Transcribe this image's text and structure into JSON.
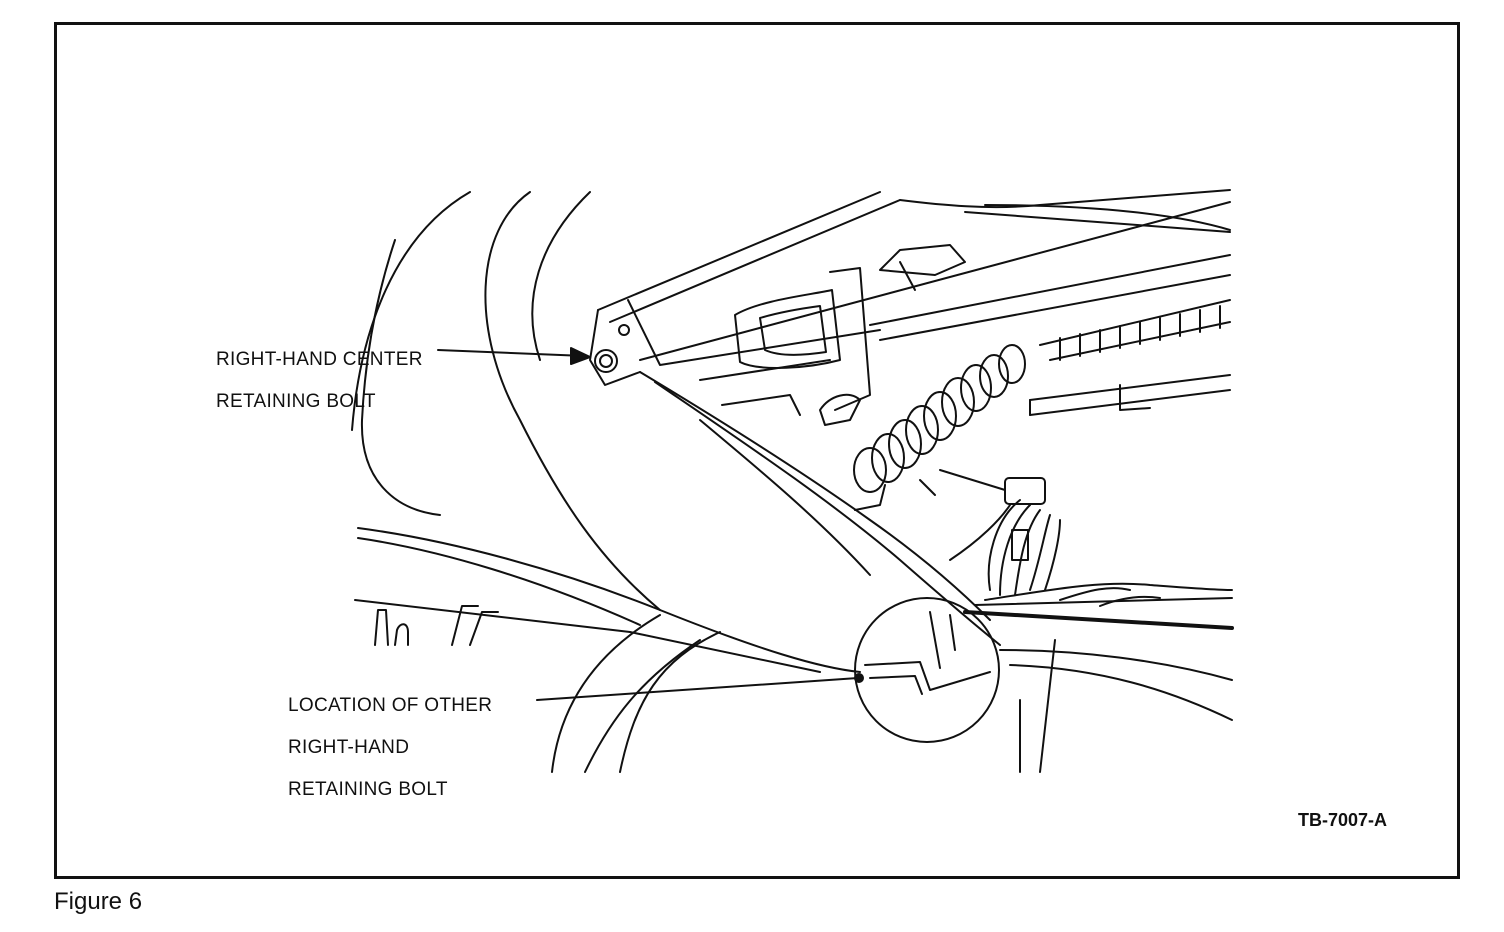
{
  "figure": {
    "caption": "Figure 6",
    "drawing_code": "TB-7007-A"
  },
  "callouts": {
    "center_bolt": {
      "line1": "RIGHT-HAND CENTER",
      "line2": "RETAINING BOLT"
    },
    "other_bolt": {
      "line1": "LOCATION OF OTHER",
      "line2": "RIGHT-HAND",
      "line3": "RETAINING BOLT"
    }
  },
  "colors": {
    "ink": "#111111",
    "paper": "#ffffff"
  }
}
